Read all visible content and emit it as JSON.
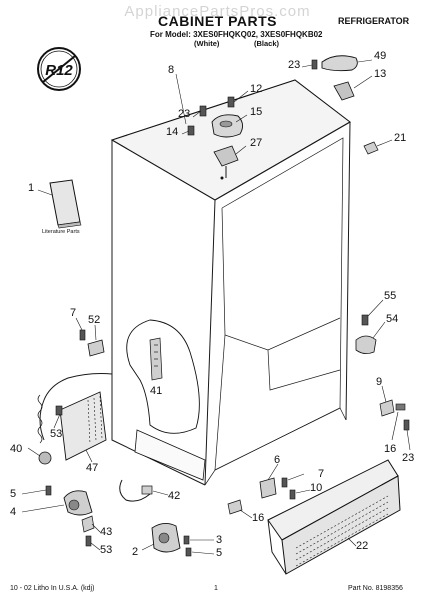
{
  "header": {
    "watermark": "AppliancePartsPros.com",
    "title": "CABINET PARTS",
    "model_line": "For Model: 3XES0FHQKQ02, 3XES0FHQKB02",
    "color_white": "(White)",
    "color_black": "(Black)",
    "category": "REFRIGERATOR"
  },
  "diagram": {
    "logo_text": "R12",
    "literature_label": "Literature Parts",
    "callouts": [
      {
        "id": "c8",
        "text": "8"
      },
      {
        "id": "c49",
        "text": "49"
      },
      {
        "id": "c23a",
        "text": "23"
      },
      {
        "id": "c13",
        "text": "13"
      },
      {
        "id": "c23b",
        "text": "23"
      },
      {
        "id": "c12",
        "text": "12"
      },
      {
        "id": "c15",
        "text": "15"
      },
      {
        "id": "c14",
        "text": "14"
      },
      {
        "id": "c27",
        "text": "27"
      },
      {
        "id": "c21",
        "text": "21"
      },
      {
        "id": "c1",
        "text": "1"
      },
      {
        "id": "c55",
        "text": "55"
      },
      {
        "id": "c54",
        "text": "54"
      },
      {
        "id": "c7a",
        "text": "7"
      },
      {
        "id": "c52",
        "text": "52"
      },
      {
        "id": "c41",
        "text": "41"
      },
      {
        "id": "c9",
        "text": "9"
      },
      {
        "id": "c53a",
        "text": "53"
      },
      {
        "id": "c47",
        "text": "47"
      },
      {
        "id": "c16a",
        "text": "16"
      },
      {
        "id": "c23c",
        "text": "23"
      },
      {
        "id": "c40",
        "text": "40"
      },
      {
        "id": "c6",
        "text": "6"
      },
      {
        "id": "c7b",
        "text": "7"
      },
      {
        "id": "c5a",
        "text": "5"
      },
      {
        "id": "c42",
        "text": "42"
      },
      {
        "id": "c10",
        "text": "10"
      },
      {
        "id": "c4",
        "text": "4"
      },
      {
        "id": "c16b",
        "text": "16"
      },
      {
        "id": "c43",
        "text": "43"
      },
      {
        "id": "c22",
        "text": "22"
      },
      {
        "id": "c3",
        "text": "3"
      },
      {
        "id": "c2",
        "text": "2"
      },
      {
        "id": "c5b",
        "text": "5"
      },
      {
        "id": "c53b",
        "text": "53"
      }
    ]
  },
  "footer": {
    "print_info": "10 - 02 Litho In U.S.A. (kdj)",
    "page_number": "1",
    "part_no": "Part No. 8198356"
  }
}
